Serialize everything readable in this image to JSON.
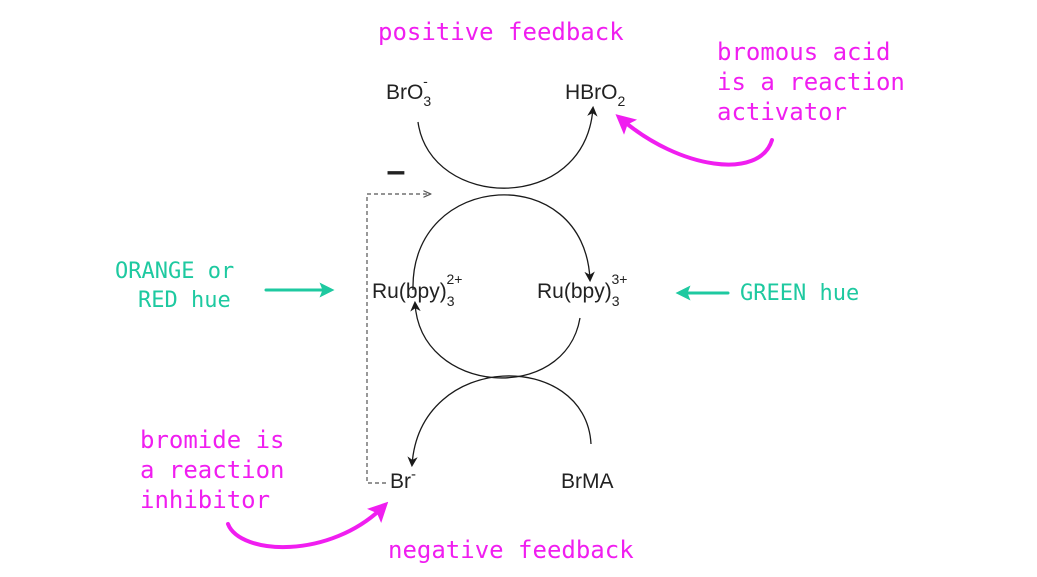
{
  "colors": {
    "annotation_magenta": "#f01ef0",
    "annotation_teal": "#1ec9a0",
    "line": "#1a1a1a",
    "dashed": "#555555"
  },
  "annotations": {
    "positive_feedback": "positive feedback",
    "negative_feedback": "negative feedback",
    "bromous_acid": [
      "bromous acid",
      "is a reaction",
      "activator"
    ],
    "bromide": [
      "bromide is",
      "a reaction",
      "inhibitor"
    ],
    "orange_red": [
      "ORANGE or",
      "RED hue"
    ],
    "green": "GREEN hue"
  },
  "species": {
    "bro3": {
      "base": "BrO",
      "sub": "3",
      "sup": "-"
    },
    "hbro2": {
      "base": "HBrO",
      "sub": "2"
    },
    "ru2": {
      "base": "Ru(bpy)",
      "sub": "3",
      "sup": "2+"
    },
    "ru3": {
      "base": "Ru(bpy)",
      "sub": "3",
      "sup": "3+"
    },
    "br": {
      "base": "Br",
      "sup": "-"
    },
    "brma": {
      "base": "BrMA"
    }
  },
  "inhibition_sign": "–"
}
